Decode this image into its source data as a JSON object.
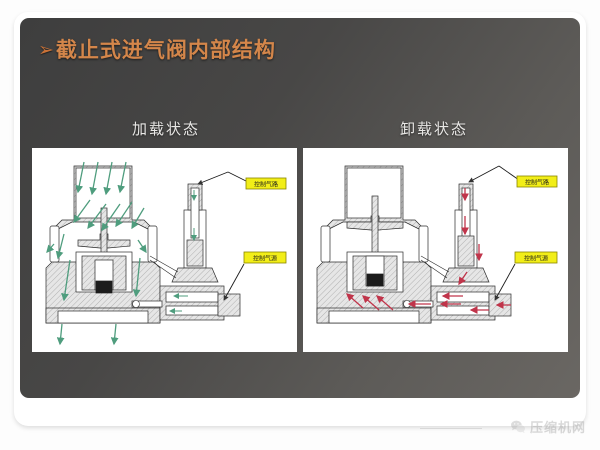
{
  "slide": {
    "title": "截止式进气阀内部结构",
    "title_bullet": "➢",
    "accent_color": "#d4864a",
    "background_color": "#4a4846"
  },
  "panels": [
    {
      "caption": "加载状态",
      "flow_arrow_color": "#4f9d7e",
      "state": "loaded",
      "callouts": [
        {
          "label": "控制气路",
          "id": "callout-upper-left"
        },
        {
          "label": "控制气源",
          "id": "callout-lower-left"
        }
      ]
    },
    {
      "caption": "卸载状态",
      "flow_arrow_color": "#c0344a",
      "state": "unloaded",
      "callouts": [
        {
          "label": "控制气路",
          "id": "callout-upper-right"
        },
        {
          "label": "控制气源",
          "id": "callout-lower-right"
        }
      ]
    }
  ],
  "watermark": {
    "text": "压缩机网",
    "icon": "wechat-icon"
  }
}
